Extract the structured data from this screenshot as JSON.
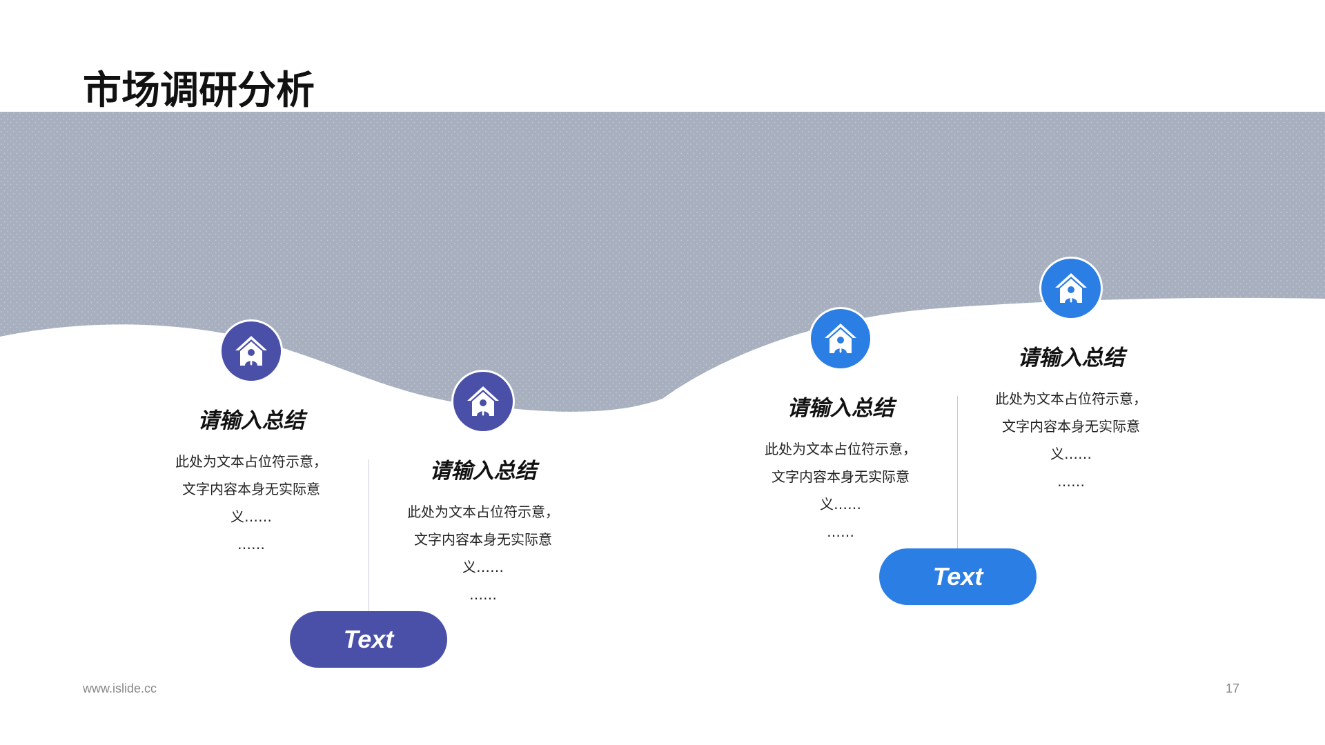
{
  "page": {
    "title": "市场调研分析",
    "footer_url": "www.islide.cc",
    "page_number": "17"
  },
  "colors": {
    "band": "#a8b0bf",
    "purple": "#4a4fa8",
    "blue": "#2b7ee3"
  },
  "items": [
    {
      "heading": "请输入总结",
      "line1": "此处为文本占位符示意，",
      "line2": "文字内容本身无实际意",
      "line3": "义……",
      "line4": "……",
      "icon": "house-person-icon"
    },
    {
      "heading": "请输入总结",
      "line1": "此处为文本占位符示意，",
      "line2": "文字内容本身无实际意",
      "line3": "义……",
      "line4": "……",
      "icon": "house-person-icon"
    },
    {
      "heading": "请输入总结",
      "line1": "此处为文本占位符示意，",
      "line2": "文字内容本身无实际意",
      "line3": "义……",
      "line4": "……",
      "icon": "house-person-icon"
    },
    {
      "heading": "请输入总结",
      "line1": "此处为文本占位符示意，",
      "line2": "文字内容本身无实际意",
      "line3": "义……",
      "line4": "……",
      "icon": "house-person-icon"
    }
  ],
  "buttons": [
    {
      "label": "Text"
    },
    {
      "label": "Text"
    }
  ]
}
